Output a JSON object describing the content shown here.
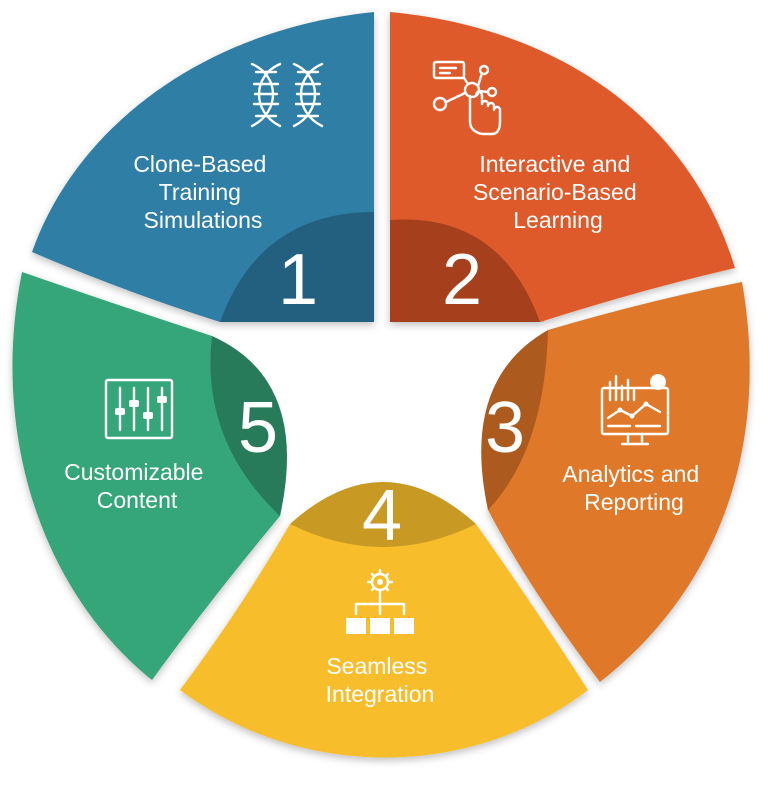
{
  "segments": [
    {
      "number": "1",
      "lines": [
        "Clone-Based",
        "Training",
        "Simulations"
      ],
      "icon": "dna-icon",
      "color": "#2e7ea6",
      "dark": "#23607f"
    },
    {
      "number": "2",
      "lines": [
        "Interactive and",
        "Scenario-Based",
        "Learning"
      ],
      "icon": "touch-interaction-icon",
      "color": "#df5a29",
      "dark": "#a6401c"
    },
    {
      "number": "3",
      "lines": [
        "Analytics and",
        "Reporting"
      ],
      "icon": "analytics-monitor-icon",
      "color": "#e0782a",
      "dark": "#ad5a1f"
    },
    {
      "number": "4",
      "lines": [
        "Seamless",
        "Integration"
      ],
      "icon": "gear-hierarchy-icon",
      "color": "#f8bd2c",
      "dark": "#c89a23"
    },
    {
      "number": "5",
      "lines": [
        "Customizable",
        "Content"
      ],
      "icon": "sliders-icon",
      "color": "#35a57a",
      "dark": "#277a5a"
    }
  ]
}
